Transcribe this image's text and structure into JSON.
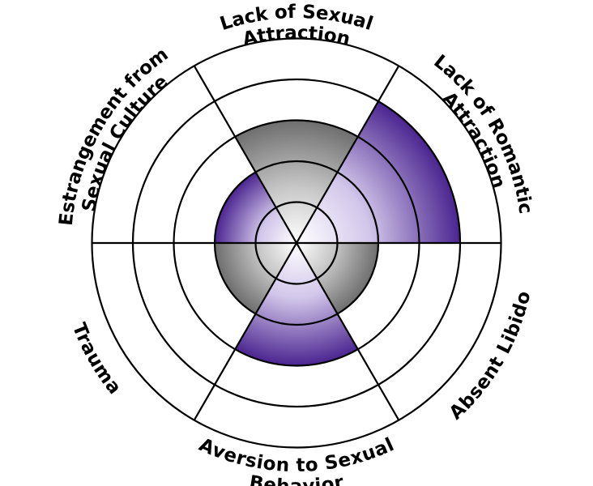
{
  "segments": [
    {
      "id": "lack-of-sexual-attraction",
      "lines": [
        "Lack of Sexual",
        "Attraction"
      ],
      "level": 3,
      "fill": "gray"
    },
    {
      "id": "lack-of-romantic-attraction",
      "lines": [
        "Lack of Romantic",
        "Attraction"
      ],
      "level": 4,
      "fill": "purple"
    },
    {
      "id": "absent-libido",
      "lines": [
        "Absent Libido"
      ],
      "level": 2,
      "fill": "gray"
    },
    {
      "id": "aversion-to-sexual-behavior",
      "lines": [
        "Aversion to Sexual",
        "Behavior"
      ],
      "level": 3,
      "fill": "purple"
    },
    {
      "id": "trauma",
      "lines": [
        "Trauma"
      ],
      "level": 2,
      "fill": "gray"
    },
    {
      "id": "estrangement-from-sexual-culture",
      "lines": [
        "Estrangement from",
        "Sexual Culture"
      ],
      "level": 2,
      "fill": "purple"
    }
  ],
  "max_level": 5,
  "colors": {
    "gray_light": "#ffffff",
    "gray_mid": "#c8c8c8",
    "gray_dark": "#6e6e6e",
    "purple_light": "#ffffff",
    "purple_mid": "#d2c6ea",
    "purple_dark": "#4b2590",
    "stroke": "#000000"
  }
}
